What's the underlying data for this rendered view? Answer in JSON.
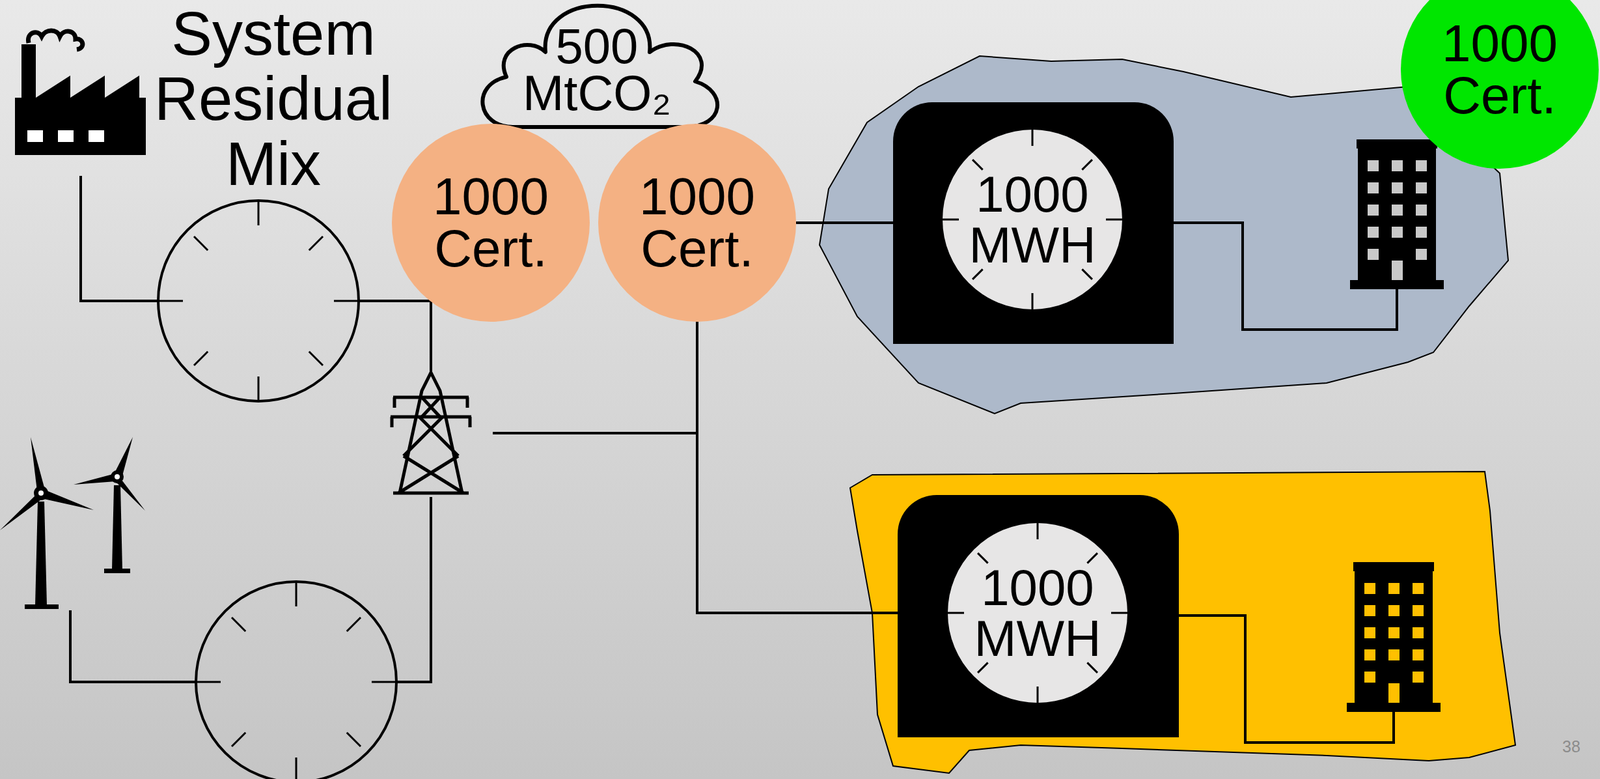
{
  "diagram": {
    "nodes": [
      {
        "text": [
          "500 MtCO₂"
        ]
      },
      {
        "text": [
          "1000 Cert."
        ]
      },
      {
        "text": [
          "1000 Cert."
        ]
      },
      {
        "text": [
          "1000 MWH"
        ]
      },
      {
        "text": [
          "1000 Cert."
        ]
      },
      {
        "text": [
          "1000 MWH"
        ]
      }
    ],
    "edges": [
      {
        "from": 2,
        "to": 3,
        "arrow": "none"
      },
      {
        "from": 2,
        "to": 5,
        "arrow": "none"
      }
    ],
    "labels": [
      "System Residual Mix",
      "38"
    ]
  }
}
